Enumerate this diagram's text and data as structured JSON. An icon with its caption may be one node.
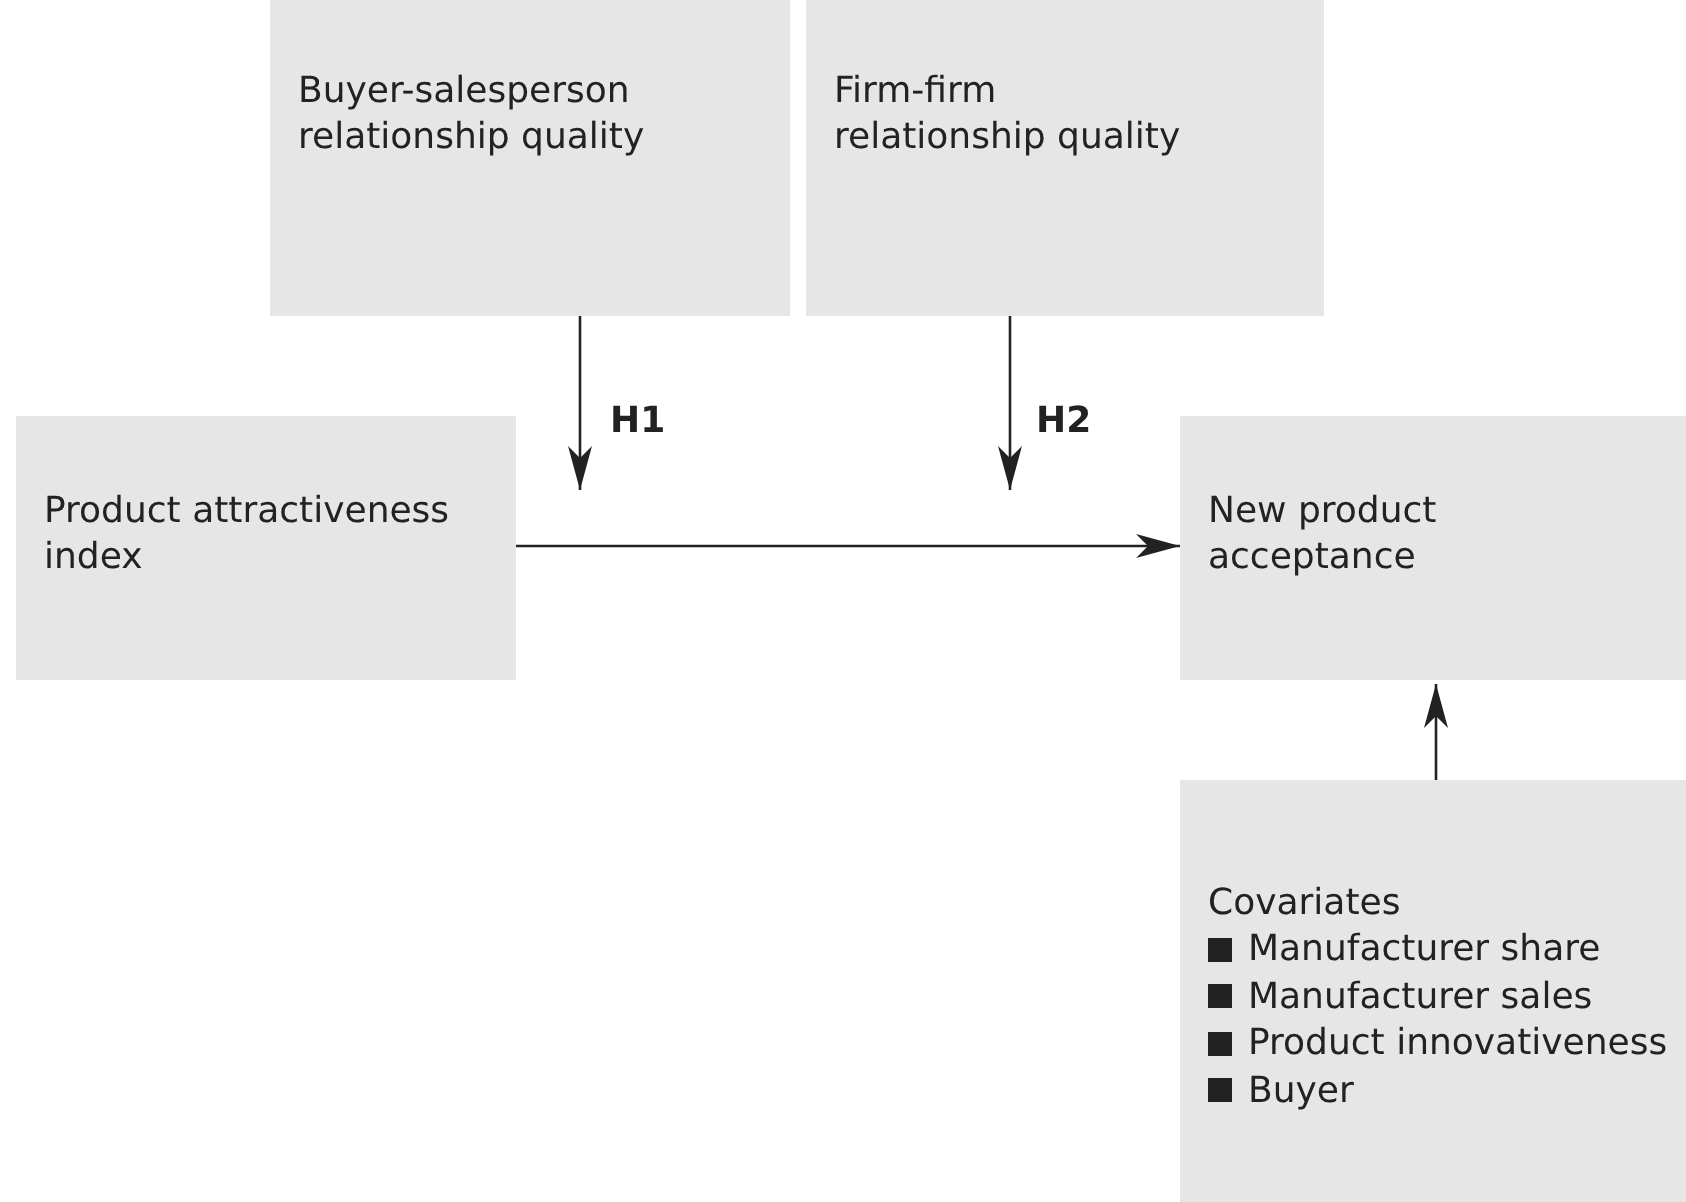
{
  "diagram": {
    "nodes": [
      {
        "text": [
          "Buyer-salesperson relationship quality"
        ]
      },
      {
        "text": [
          "Firm-firm relationship quality"
        ]
      },
      {
        "text": [
          "Product attractiveness index"
        ]
      },
      {
        "text": [
          "New product acceptance"
        ]
      },
      {
        "text": [
          "Covariates",
          "Manufacturer share",
          "Manufacturer sales",
          "Product innovativeness",
          "Buyer"
        ]
      }
    ],
    "edges": [
      {
        "from": 2,
        "to": 3,
        "arrow": "to"
      },
      {
        "from": 0,
        "to": null,
        "arrow": "to",
        "label": "H1"
      },
      {
        "from": 1,
        "to": null,
        "arrow": "to",
        "label": "H2"
      },
      {
        "from": 4,
        "to": 3,
        "arrow": "to"
      }
    ]
  }
}
